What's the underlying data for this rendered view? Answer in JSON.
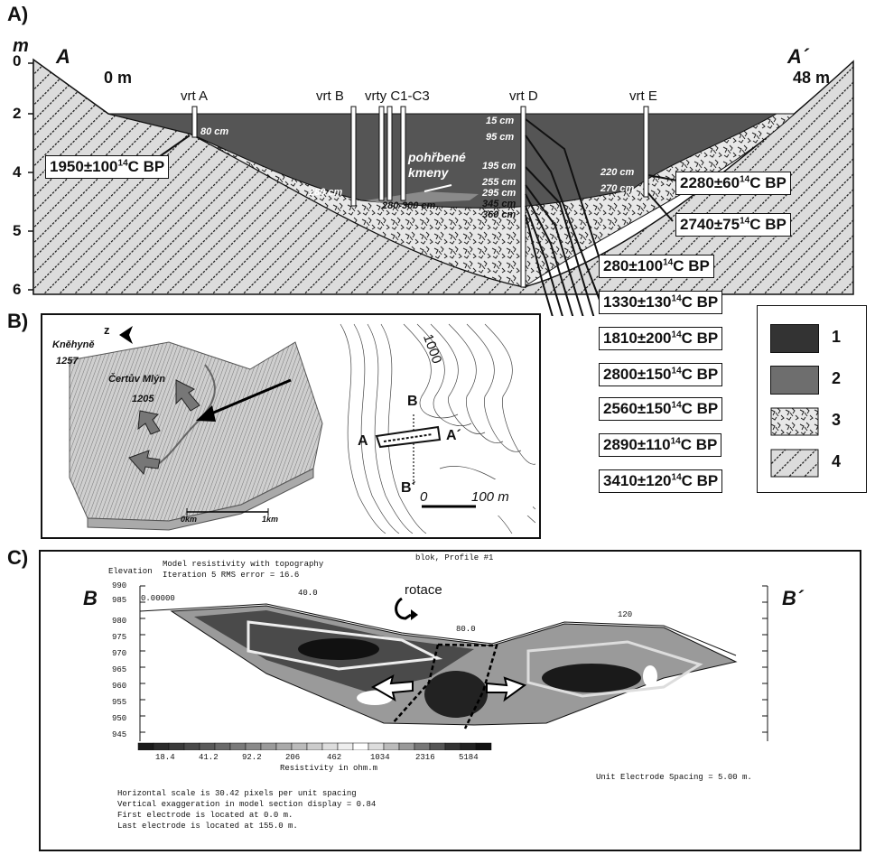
{
  "panelA": {
    "label": "A)",
    "unit": "m",
    "depth_ticks": [
      "0",
      "2",
      "4",
      "5",
      "6"
    ],
    "left_end": "A",
    "right_end": "A´",
    "left_dist": "0 m",
    "right_dist": "48 m",
    "wells": [
      "vrt A",
      "vrt B",
      "vrty C1-C3",
      "vrt D",
      "vrt E"
    ],
    "annotation": [
      "pohřbené",
      "kmeny"
    ],
    "depths_left": [
      "80 cm",
      "280 cm",
      "280-300 cm"
    ],
    "depths_D": [
      "15 cm",
      "95 cm",
      "195 cm",
      "255 cm",
      "295 cm",
      "345 cm",
      "360 cm"
    ],
    "depths_E": [
      "220 cm",
      "270 cm"
    ],
    "dates": {
      "a": "1950±100",
      "e1": "2280±60",
      "e2": "2740±75",
      "d": [
        "280±100",
        "1330±130",
        "1810±200",
        "2800±150",
        "2560±150",
        "2890±110",
        "3410±120"
      ],
      "sup": "14",
      "suffix": "C BP"
    }
  },
  "legend": [
    "1",
    "2",
    "3",
    "4"
  ],
  "colors": {
    "water": "#555555",
    "sediment2": "#7a7a7a",
    "bedrock": "#dcdcdc",
    "dark": "#111111"
  },
  "panelB": {
    "label": "B)",
    "north": "z",
    "peak1_name": "Kněhyně",
    "peak1_elev": "1257",
    "peak2_name": "Čertův Mlýn",
    "peak2_elev": "1205",
    "scale_start": "0km",
    "scale_end": "1km",
    "contour_label": "1000",
    "map_labels": [
      "B",
      "A",
      "A´",
      "B´"
    ],
    "map_scale_start": "0",
    "map_scale_end": "100 m"
  },
  "panelC": {
    "label": "C)",
    "header1": "Model resistivity with topography",
    "header2": "Iteration 5 RMS error = 16.6",
    "elevation_label": "Elevation",
    "profile_title": "blok, Profile #1",
    "left_end": "B",
    "right_end": "B´",
    "rotation": "rotace",
    "x_ticks": [
      "0.00000",
      "40.0",
      "80.0",
      "120"
    ],
    "y_ticks": [
      "990",
      "985",
      "980",
      "975",
      "970",
      "965",
      "960",
      "955",
      "950",
      "945"
    ],
    "resistivity_values": [
      "18.4",
      "41.2",
      "92.2",
      "206",
      "462",
      "1034",
      "2316",
      "5184"
    ],
    "resistivity_label": "Resistivity in ohm.m",
    "spacing_note": "Unit Electrode Spacing = 5.00 m.",
    "footer": [
      "Horizontal scale is 30.42 pixels per unit spacing",
      "Vertical exaggeration in model section display = 0.84",
      "First electrode is located at 0.0  m.",
      "Last electrode is located at 155.0 m."
    ]
  }
}
